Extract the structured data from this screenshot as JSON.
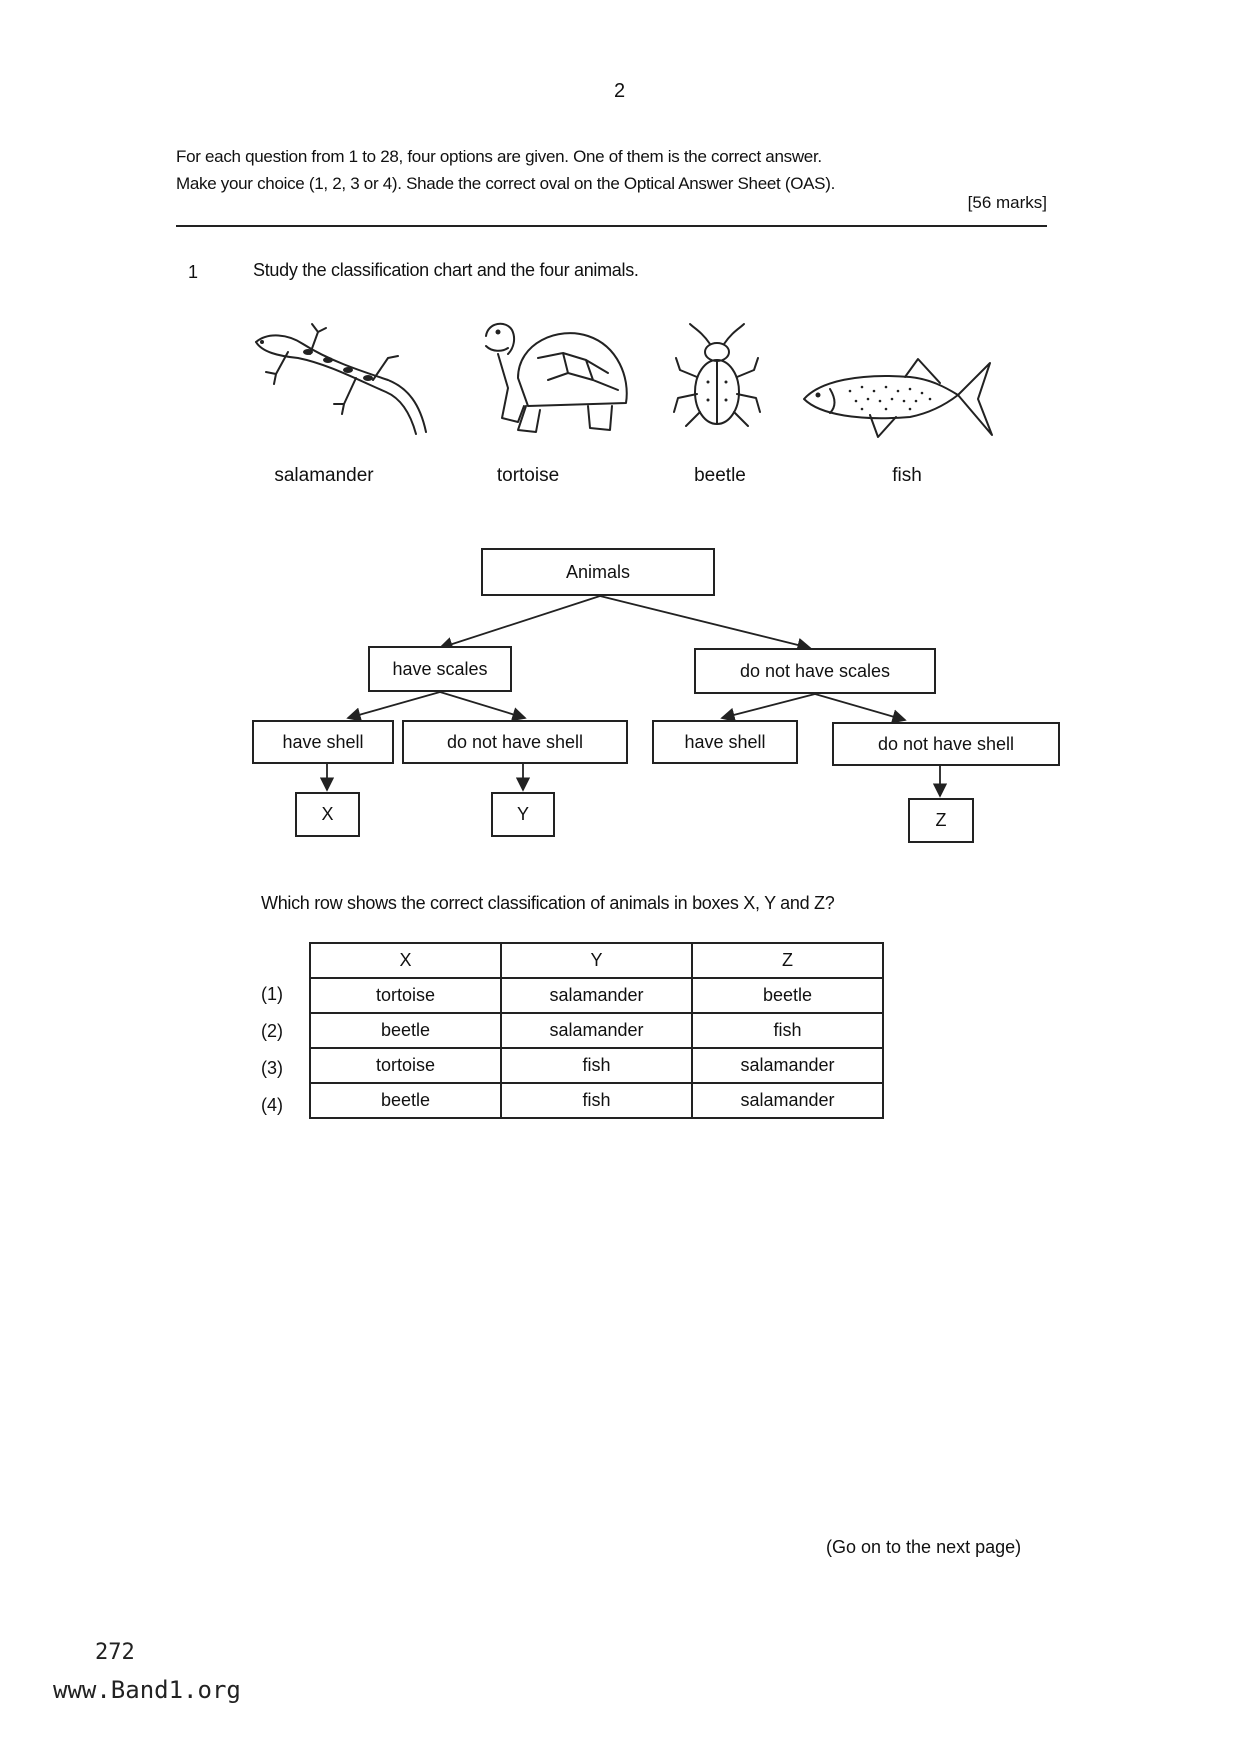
{
  "page": {
    "number": "2",
    "instructions_line1": "For each question from 1 to 28, four options are given. One of them is the correct answer.",
    "instructions_line2": "Make your choice (1, 2, 3 or 4). Shade the correct oval on the Optical Answer Sheet (OAS).",
    "marks": "[56 marks]",
    "footer_next": "(Go on to the next page)",
    "page_code": "272",
    "watermark": "www.Band1.org"
  },
  "question": {
    "number": "1",
    "stem": "Study the classification chart and the four animals.",
    "animals": [
      "salamander",
      "tortoise",
      "beetle",
      "fish"
    ],
    "prompt": "Which row shows the correct classification of animals in boxes X, Y and Z?"
  },
  "chart": {
    "root": "Animals",
    "left_branch": "have scales",
    "right_branch": "do not have scales",
    "ll": "have shell",
    "lr": "do not have shell",
    "rl": "have shell",
    "rr": "do not have shell",
    "box_x": "X",
    "box_y": "Y",
    "box_z": "Z"
  },
  "options_table": {
    "headers": [
      "X",
      "Y",
      "Z"
    ],
    "rows": [
      {
        "label": "(1)",
        "cells": [
          "tortoise",
          "salamander",
          "beetle"
        ]
      },
      {
        "label": "(2)",
        "cells": [
          "beetle",
          "salamander",
          "fish"
        ]
      },
      {
        "label": "(3)",
        "cells": [
          "tortoise",
          "fish",
          "salamander"
        ]
      },
      {
        "label": "(4)",
        "cells": [
          "beetle",
          "fish",
          "salamander"
        ]
      }
    ]
  }
}
